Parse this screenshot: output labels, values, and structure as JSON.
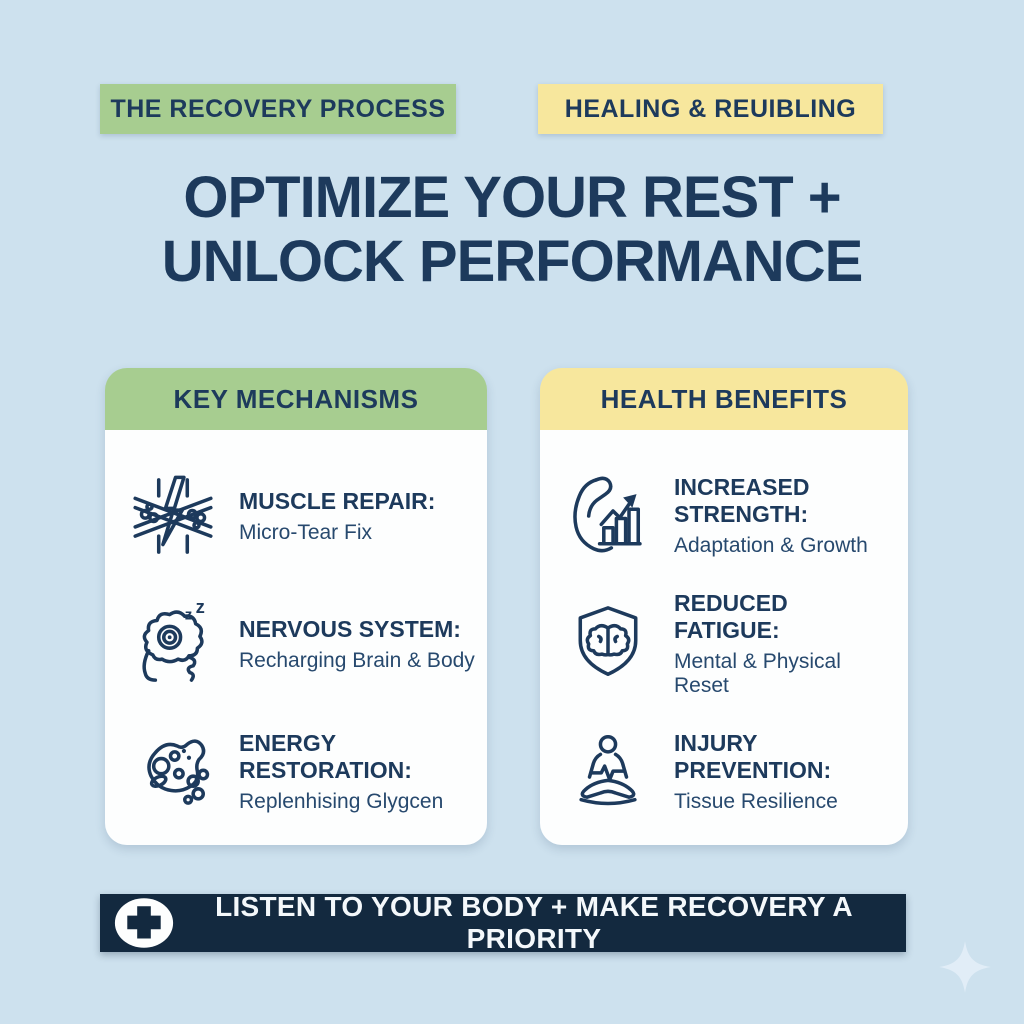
{
  "page": {
    "background_color": "#cde1ee",
    "navy_color": "#1d3a5c",
    "green_color": "#a7cd90",
    "yellow_color": "#f7e79d",
    "banner_color": "#13293f",
    "card_color": "#fdfefe",
    "sparkle_color": "#e1edf7"
  },
  "badges": [
    {
      "label": "THE RECOVERY PROCESS",
      "color": "#a7cd90"
    },
    {
      "label": "HEALING & REUIBLING",
      "color": "#f7e79d"
    }
  ],
  "title": {
    "line1": "OPTIMIZE YOUR REST +",
    "line2": "UNLOCK PERFORMANCE"
  },
  "cards": [
    {
      "header": "KEY MECHANISMS",
      "header_color": "#a7cd90",
      "items": [
        {
          "icon": "muscle-repair-icon",
          "title": "MUSCLE REPAIR:",
          "subtitle": "Micro-Tear Fix"
        },
        {
          "icon": "nervous-system-icon",
          "title": "NERVOUS SYSTEM:",
          "subtitle": "Recharging Brain & Body"
        },
        {
          "icon": "energy-restoration-icon",
          "title": "ENERGY RESTORATION:",
          "subtitle": "Replenhising Glygcen"
        }
      ]
    },
    {
      "header": "HEALTH BENEFITS",
      "header_color": "#f7e79d",
      "items": [
        {
          "icon": "increased-strength-icon",
          "title": "INCREASED STRENGTH:",
          "subtitle": "Adaptation & Growth"
        },
        {
          "icon": "shield-brain-icon",
          "title": "REDUCED FATIGUE:",
          "subtitle": "Mental & Physical Reset"
        },
        {
          "icon": "meditation-icon",
          "title": "INJURY PREVENTION:",
          "subtitle": "Tissue Resilience"
        }
      ]
    }
  ],
  "banner": {
    "icon": "medical-cross-icon",
    "label": "LISTEN TO YOUR BODY + MAKE RECOVERY A PRIORITY",
    "background": "#13293f"
  }
}
